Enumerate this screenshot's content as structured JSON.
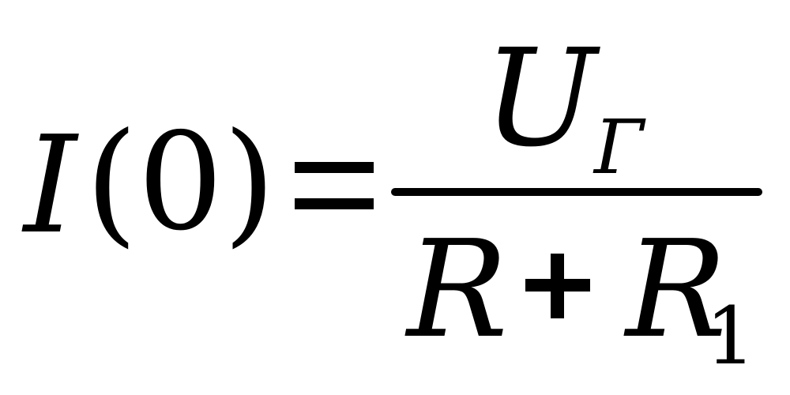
{
  "formula": {
    "lhs_variable": "I",
    "lhs_argument": "(0)",
    "relation": "=",
    "numerator": {
      "symbol": "U",
      "subscript": "Г"
    },
    "denominator": {
      "term1": "R",
      "operator": "+",
      "term2": "R",
      "term2_subscript": "1"
    }
  }
}
